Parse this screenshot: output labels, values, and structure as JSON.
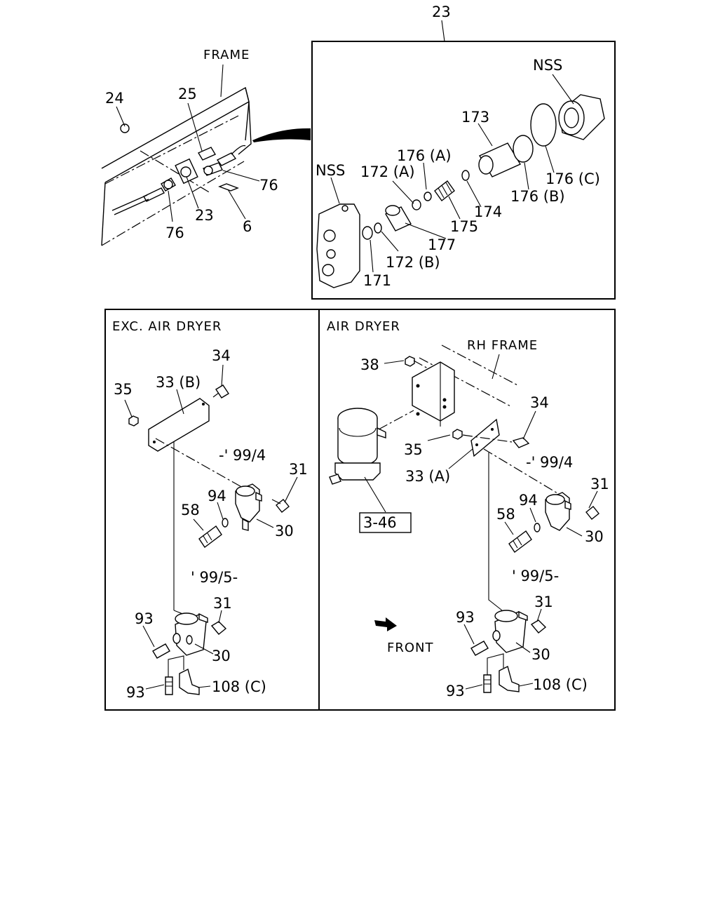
{
  "top_left": {
    "frame": "FRAME",
    "c24": "24",
    "c25": "25",
    "c76a": "76",
    "c76b": "76",
    "c23": "23",
    "c6": "6"
  },
  "detail": {
    "title": "23",
    "nss_right": "NSS",
    "nss_left": "NSS",
    "c173": "173",
    "c176a": "176 (A)",
    "c172a": "172 (A)",
    "c176c": "176 (C)",
    "c176b": "176 (B)",
    "c174": "174",
    "c175": "175",
    "c177": "177",
    "c172b": "172 (B)",
    "c171": "171"
  },
  "left_panel": {
    "title": "EXC. AIR DRYER",
    "c34": "34",
    "c35": "35",
    "c33b": "33 (B)",
    "date1": "-' 99/4",
    "c31a": "31",
    "c94": "94",
    "c58": "58",
    "c30a": "30",
    "date2": "' 99/5-",
    "c31b": "31",
    "c93a": "93",
    "c30b": "30",
    "c93b": "93",
    "c108": "108 (C)"
  },
  "right_panel": {
    "title": "AIR DRYER",
    "rh_frame": "RH FRAME",
    "c38": "38",
    "c34": "34",
    "c35": "35",
    "date1": "-' 99/4",
    "c33a": "33 (A)",
    "ref": "3-46",
    "c31a": "31",
    "c94": "94",
    "c58": "58",
    "c30a": "30",
    "date2": "' 99/5-",
    "c31b": "31",
    "c93a": "93",
    "front": "FRONT",
    "c30b": "30",
    "c93b": "93",
    "c108": "108 (C)"
  }
}
